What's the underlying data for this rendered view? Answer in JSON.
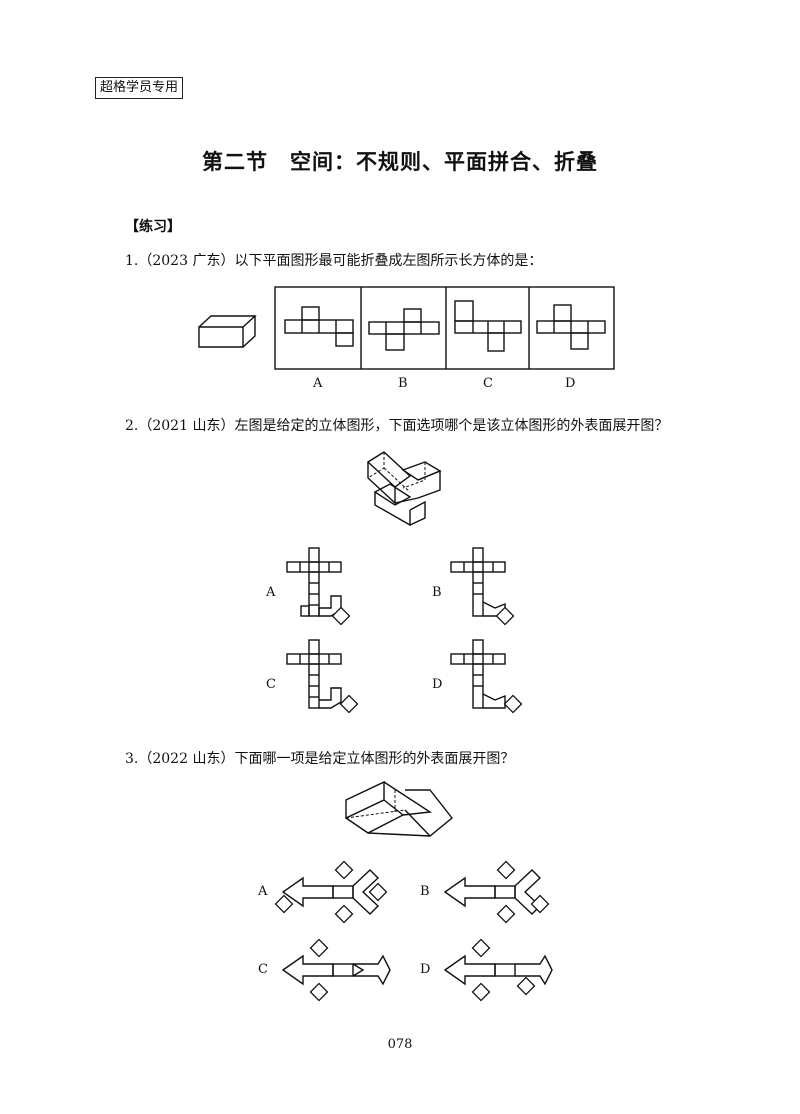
{
  "header": {
    "label": "超格学员专用"
  },
  "page_title": "第二节　空间：不规则、平面拼合、折叠",
  "section": "【练习】",
  "questions": [
    {
      "number": "1.",
      "text": "（2023 广东）以下平面图形最可能折叠成左图所示长方体的是：",
      "options": [
        "A",
        "B",
        "C",
        "D"
      ]
    },
    {
      "number": "2.",
      "text": "（2021 山东）左图是给定的立体图形，下面选项哪个是该立体图形的外表面展开图？",
      "options": [
        "A",
        "B",
        "C",
        "D"
      ]
    },
    {
      "number": "3.",
      "text": "（2022 山东）下面哪一项是给定立体图形的外表面展开图？",
      "options": [
        "A",
        "B",
        "C",
        "D"
      ]
    }
  ],
  "footer": {
    "page_number": "078"
  }
}
